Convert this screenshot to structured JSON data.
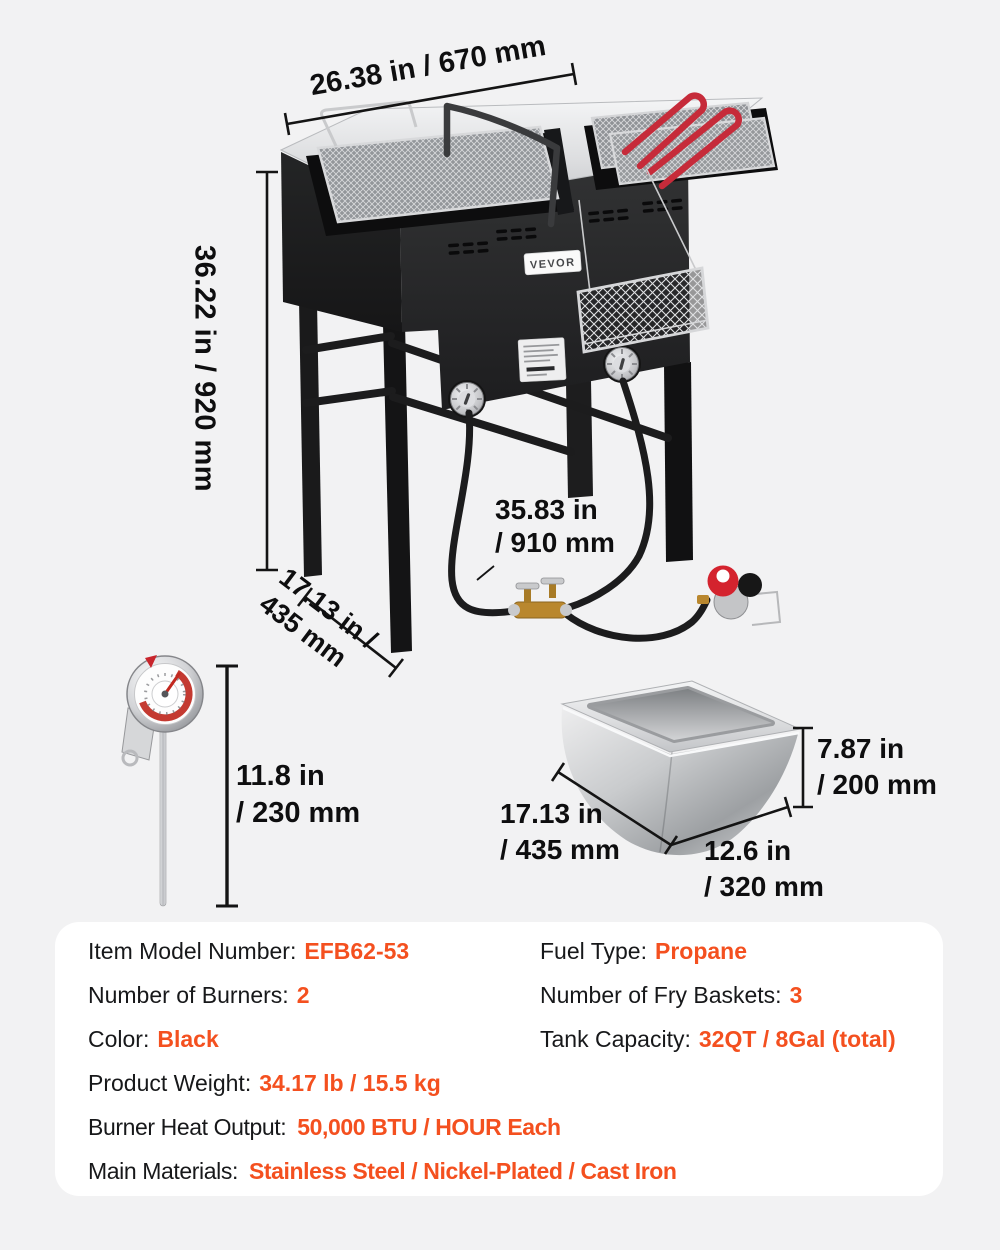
{
  "page": {
    "background_color": "#f2f2f3",
    "accent_color": "#f4501f",
    "panel_color": "#ffffff",
    "dimension_text_color": "#0e0e0f",
    "handle_red_color": "#c62b3a"
  },
  "product": {
    "brand": "VEVOR"
  },
  "dimension_labels": {
    "top_width": "26.38 in / 670 mm",
    "stand_height": "36.22 in / 920 mm",
    "hose_length_line1": "35.83 in",
    "hose_length_line2": "/ 910 mm",
    "stand_depth_line1": "17.13 in /",
    "stand_depth_line2": "435 mm",
    "thermometer_length_line1": "11.8 in",
    "thermometer_length_line2": "/ 230 mm",
    "pan_width_line1": "17.13 in",
    "pan_width_line2": "/ 435 mm",
    "pan_depth_line1": "12.6 in",
    "pan_depth_line2": "/ 320 mm",
    "pan_height_line1": "7.87 in",
    "pan_height_line2": "/ 200 mm"
  },
  "specs": {
    "model": {
      "label": "Item Model Number:",
      "value": "EFB62-53"
    },
    "fuel": {
      "label": "Fuel Type:",
      "value": "Propane"
    },
    "burners": {
      "label": "Number of Burners:",
      "value": "2"
    },
    "baskets": {
      "label": "Number of Fry Baskets:",
      "value": "3"
    },
    "color": {
      "label": "Color:",
      "value": "Black"
    },
    "tank": {
      "label": "Tank Capacity:",
      "value": "32QT / 8Gal (total)"
    },
    "weight": {
      "label": "Product Weight:",
      "value": "34.17 lb / 15.5 kg"
    },
    "heat": {
      "label": "Burner Heat Output:",
      "value": "50,000 BTU / HOUR Each"
    },
    "materials": {
      "label": "Main Materials:",
      "value": "Stainless Steel / Nickel-Plated / Cast Iron"
    }
  }
}
